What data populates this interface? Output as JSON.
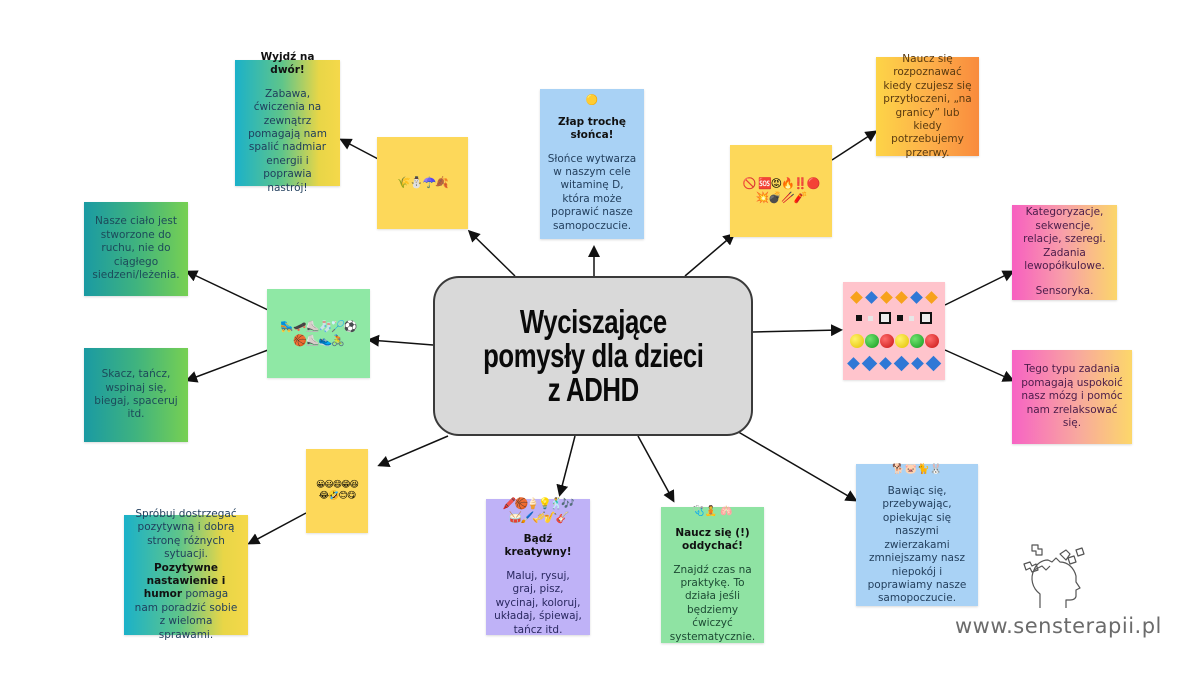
{
  "center": {
    "title": "Wyciszające\npomysły dla dzieci\nz ADHD"
  },
  "cards": {
    "outdoors": {
      "title": "Wyjdź na dwór!",
      "text": "Zabawa, ćwiczenia na zewnątrz pomagają nam spalić nadmiar energii i poprawia nastrój!"
    },
    "sun": {
      "icon": "🟡",
      "title": "Złap trochę słońca!",
      "text": "Słońce wytwarza w naszym cele witaminę D, która może poprawić nasze samopoczucie."
    },
    "overwhelm": {
      "text": "Naucz się rozpoznawać kiedy czujesz się przytłoczeni, „na granicy” lub kiedy potrzebujemy przerwy."
    },
    "body": {
      "text": "Nasze ciało jest stworzone do ruchu, nie do ciągłego siedzeni/leżenia."
    },
    "move": {
      "text": "Skacz, tańcz, wspinaj się, biegaj, spaceruj itd."
    },
    "categorize": {
      "text": "Kategoryzacje, sekwencje, relacje, szeregi. Zadania lewopółkulowe.",
      "text2": "Sensoryka."
    },
    "calm": {
      "text": "Tego typu zadania pomagają uspokoić nasz mózg i pomóc nam zrelaksować się."
    },
    "pets": {
      "icon": "🐕🐷🐈🐰",
      "text": "Bawiąc się, przebywając, opiekując się naszymi zwierzakami zmniejszamy nasz niepokój i poprawiamy nasze samopoczucie."
    },
    "breathe": {
      "icon": "🩺🧘 🫁",
      "title": "Naucz się (!) oddychać!",
      "text": "Znajdź czas na praktykę. To działa jeśli będziemy ćwiczyć systematycznie."
    },
    "creative": {
      "icon_row1": "🖍️🏀🍦💡🕺🎶",
      "icon_row2": "🥁🖌️🎺🎷🎸",
      "title": "Bądź kreatywny!",
      "text": "Maluj, rysuj, graj, pisz, wycinaj, koloruj, układaj, śpiewaj, tańcz itd."
    },
    "positive": {
      "text_pre": "Spróbuj dostrzegać pozytywną i dobrą stronę różnych sytuacji. ",
      "text_bold": "Pozytywne nastawienie i humor",
      "text_post": " pomaga nam poradzić sobie z wieloma sprawami."
    }
  },
  "tiles": {
    "seasons": {
      "emojis": "🌾⛄☂️🍂"
    },
    "alarm": {
      "row1": "🚫 🆘😡🔥‼️🔴",
      "row2": "💥💣🥢🧨"
    },
    "sports": {
      "row1": "🛼🛹⛸️🧦🏸⚽",
      "row2": "🏀⛸️👟🚴"
    },
    "smileys": {
      "row1": "😀😃😄😁😆",
      "row2": "😂🤣😊😋"
    },
    "patterns": {
      "label": "pattern-sequence"
    }
  },
  "footer": {
    "url": "www.sensterapii.pl"
  },
  "colors": {
    "center_fill": "#d9d9d9",
    "blue_card": "#a9d2f5",
    "green_card": "#8fe3a3",
    "lilac_card": "#bfb2f7",
    "yellow_tile": "#fdd85a",
    "pink_tile": "#ffc4cc"
  }
}
